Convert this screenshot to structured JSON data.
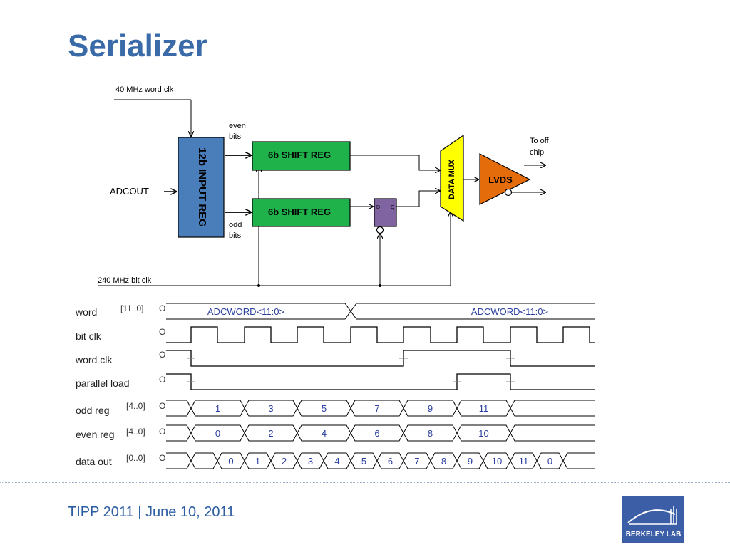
{
  "slide": {
    "title": "Serializer",
    "footer": "TIPP 2011 | June 10, 2011",
    "logo_text": "BERKELEY LAB",
    "colors": {
      "title": "#3a6aa8",
      "input_reg": "#4a7ebb",
      "shift_reg": "#1fb14a",
      "flipflop": "#8064a2",
      "mux": "#ffff00",
      "lvds": "#e46c0a"
    }
  },
  "block_diagram": {
    "word_clk_label": "40 MHz word clk",
    "bit_clk_label": "240 MHz bit clk",
    "adcout_label": "ADCOUT",
    "input_reg_label": "12b INPUT REG",
    "even_label_1": "even",
    "even_label_2": "bits",
    "odd_label_1": "odd",
    "odd_label_2": "bits",
    "shift_reg_even": "6b SHIFT REG",
    "shift_reg_odd": "6b SHIFT REG",
    "ff_d": "D",
    "ff_q": "Q",
    "mux_label": "DATA MUX",
    "lvds_label": "LVDS",
    "to_off_1": "To off",
    "to_off_2": "chip"
  },
  "timing": {
    "word": {
      "name": "word",
      "bus": "[11..0]",
      "init": "O",
      "values": [
        "ADCWORD<11:0>",
        "ADCWORD<11:0>"
      ]
    },
    "bit_clk": {
      "name": "bit clk",
      "init": "O"
    },
    "word_clk": {
      "name": "word clk",
      "init": "O"
    },
    "parallel_load": {
      "name": "parallel load",
      "init": "O"
    },
    "odd_reg": {
      "name": "odd reg",
      "bus": "[4..0]",
      "init": "O",
      "values": [
        "1",
        "3",
        "5",
        "7",
        "9",
        "11"
      ]
    },
    "even_reg": {
      "name": "even reg",
      "bus": "[4..0]",
      "init": "O",
      "values": [
        "0",
        "2",
        "4",
        "6",
        "8",
        "10"
      ]
    },
    "data_out": {
      "name": "data out",
      "bus": "[0..0]",
      "init": "O",
      "values": [
        "0",
        "1",
        "2",
        "3",
        "4",
        "5",
        "6",
        "7",
        "8",
        "9",
        "10",
        "11",
        "0"
      ]
    }
  }
}
